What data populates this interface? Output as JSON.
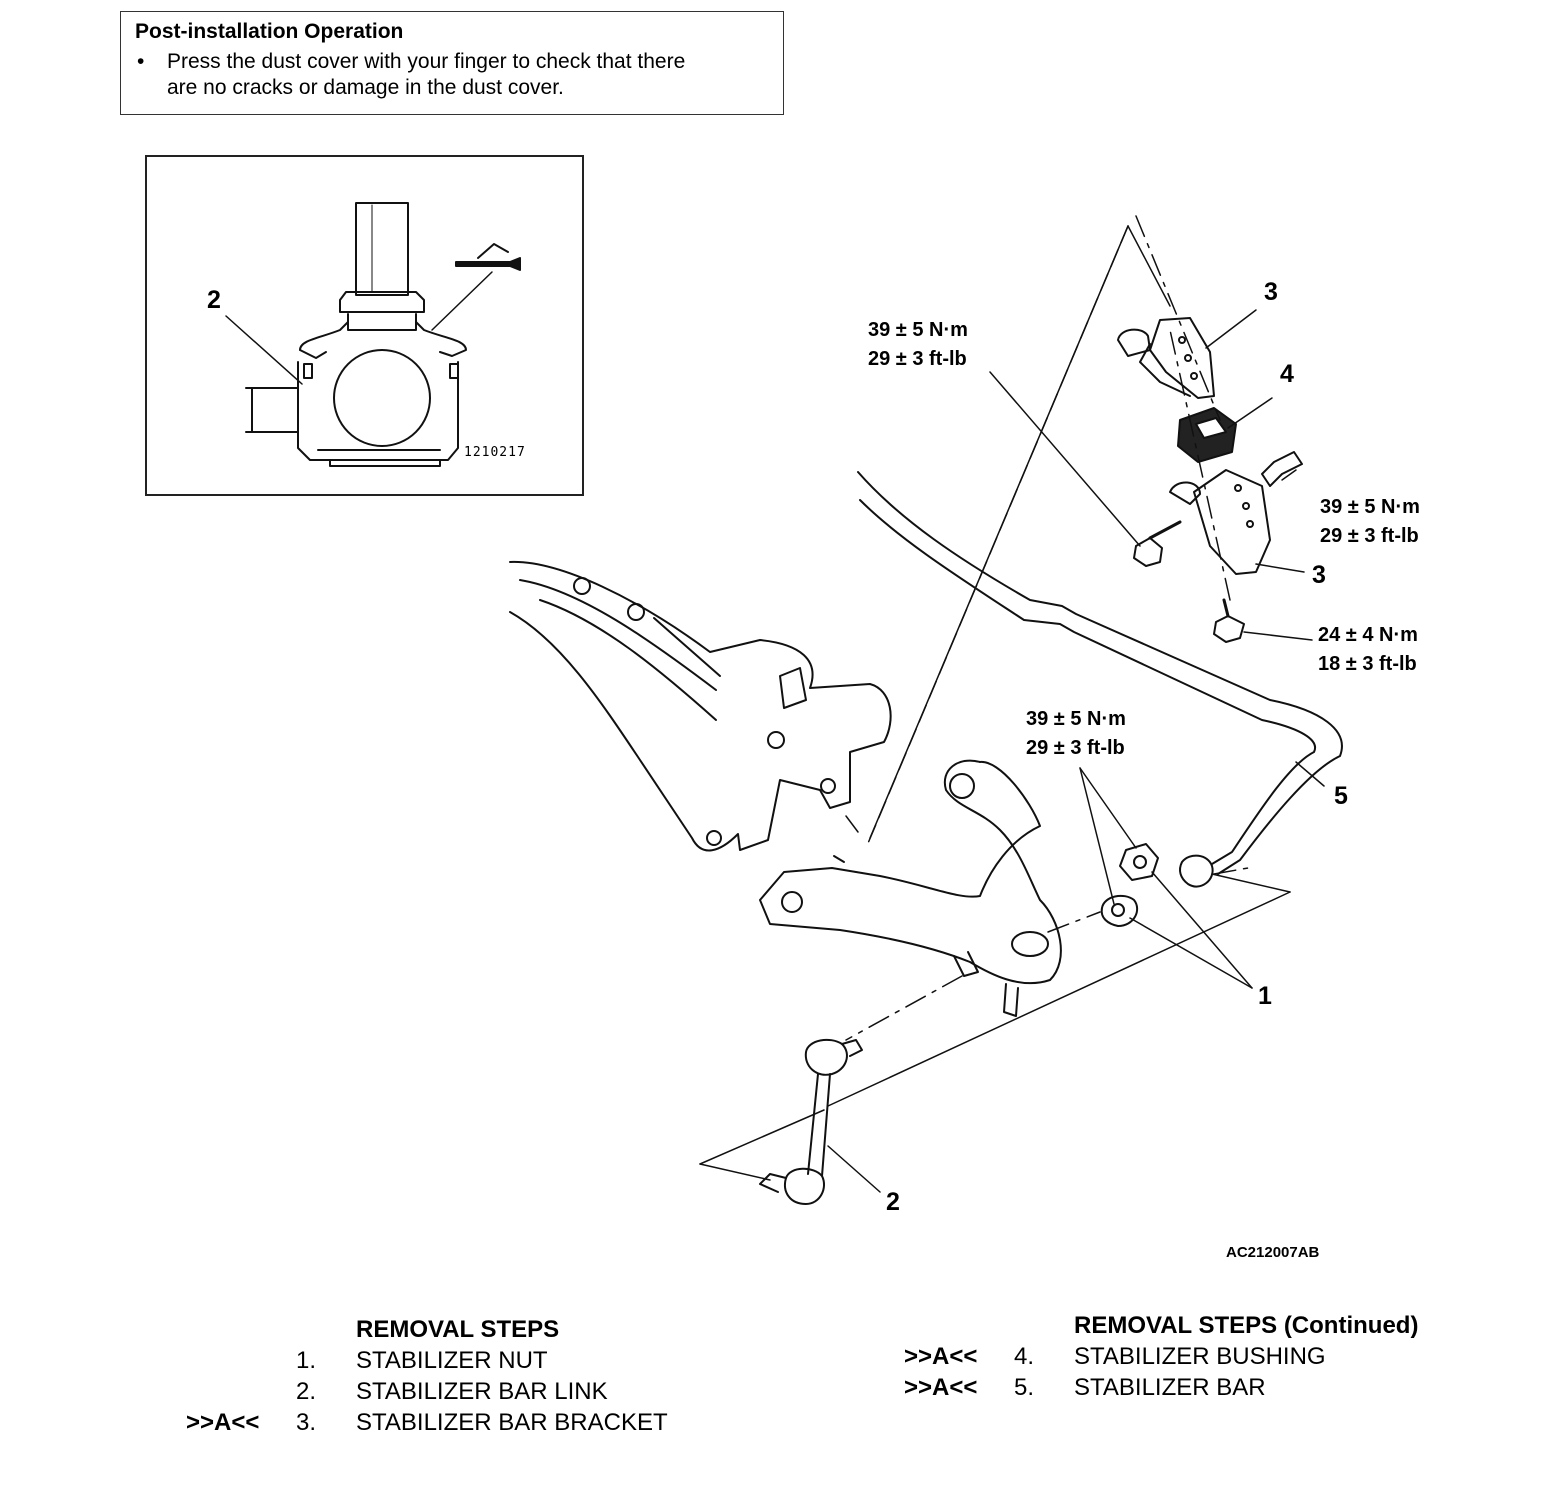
{
  "note": {
    "title": "Post-installation Operation",
    "bullet": "•",
    "text_line1": "Press the dust cover with your finger to check that there",
    "text_line2": "are no cracks or damage in the dust cover."
  },
  "inset": {
    "code": "1210217",
    "callout": "2"
  },
  "diagram": {
    "code": "AC212007AB",
    "callouts": [
      "1",
      "2",
      "3",
      "3",
      "4",
      "5"
    ],
    "torques": {
      "bracket_bolt_left": [
        "39 ± 5 N·m",
        "29 ± 3 ft-lb"
      ],
      "bracket_bolt_right": [
        "39 ± 5 N·m",
        "29 ± 3 ft-lb"
      ],
      "lower_bolt": [
        "24 ± 4 N·m",
        "18 ± 3 ft-lb"
      ],
      "nut": [
        "39 ± 5 N·m",
        "29 ± 3 ft-lb"
      ]
    }
  },
  "steps_left": {
    "header": "REMOVAL STEPS",
    "rows": [
      {
        "mark": "",
        "num": "1.",
        "text": "STABILIZER NUT"
      },
      {
        "mark": "",
        "num": "2.",
        "text": "STABILIZER BAR LINK"
      },
      {
        "mark": ">>A<<",
        "num": "3.",
        "text": "STABILIZER BAR BRACKET"
      }
    ]
  },
  "steps_right": {
    "header": "REMOVAL STEPS (Continued)",
    "rows": [
      {
        "mark": ">>A<<",
        "num": "4.",
        "text": "STABILIZER BUSHING"
      },
      {
        "mark": ">>A<<",
        "num": "5.",
        "text": "STABILIZER BAR"
      }
    ]
  }
}
